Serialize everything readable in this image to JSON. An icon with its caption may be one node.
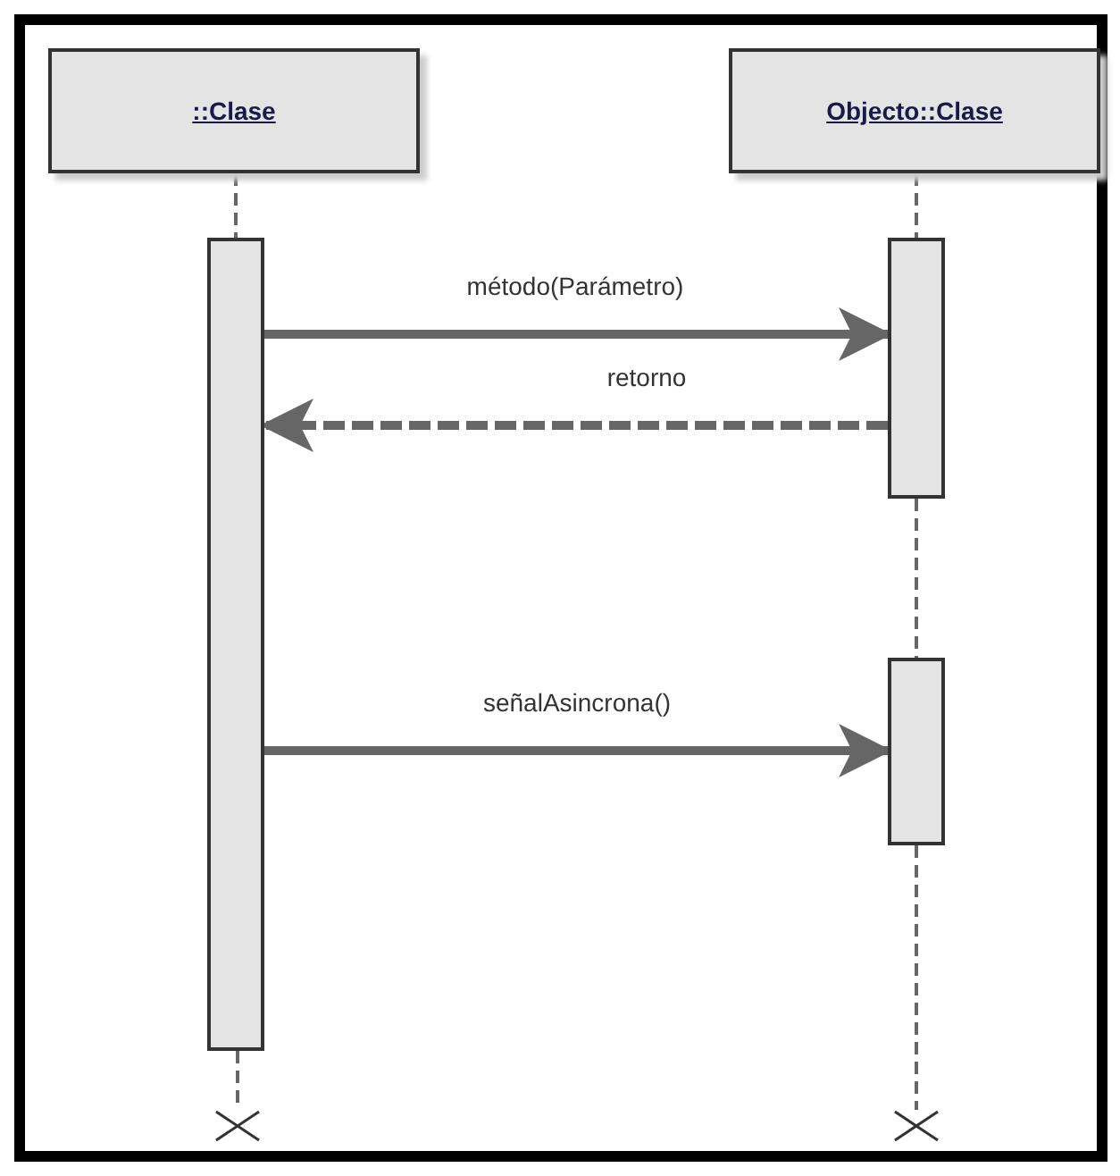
{
  "diagram": {
    "nodes": [
      {
        "text": [
          "::Clase"
        ]
      },
      {
        "text": [
          "Objecto::Clase"
        ]
      },
      {
        "text": [],
        "shape": "bar"
      },
      {
        "text": [],
        "shape": "bar"
      },
      {
        "text": [],
        "shape": "bar"
      },
      {
        "text": [],
        "shape": "cross"
      },
      {
        "text": [],
        "shape": "cross"
      }
    ],
    "edges": [
      {
        "from": 2,
        "to": 3,
        "arrow": "to",
        "label": "método(Parámetro)",
        "style": "thick"
      },
      {
        "from": 3,
        "to": 2,
        "arrow": "to",
        "label": "retorno",
        "style": "dashed"
      },
      {
        "from": 2,
        "to": 4,
        "arrow": "to",
        "label": "señalAsincrona()",
        "style": "thick"
      },
      {
        "from": 0,
        "to": 2,
        "arrow": "none",
        "style": "dashed"
      },
      {
        "from": 2,
        "to": 5,
        "arrow": "none",
        "style": "dashed"
      },
      {
        "from": 1,
        "to": 3,
        "arrow": "none",
        "style": "dashed"
      },
      {
        "from": 3,
        "to": 4,
        "arrow": "none",
        "style": "dashed"
      },
      {
        "from": 4,
        "to": 6,
        "arrow": "none",
        "style": "dashed"
      }
    ]
  }
}
